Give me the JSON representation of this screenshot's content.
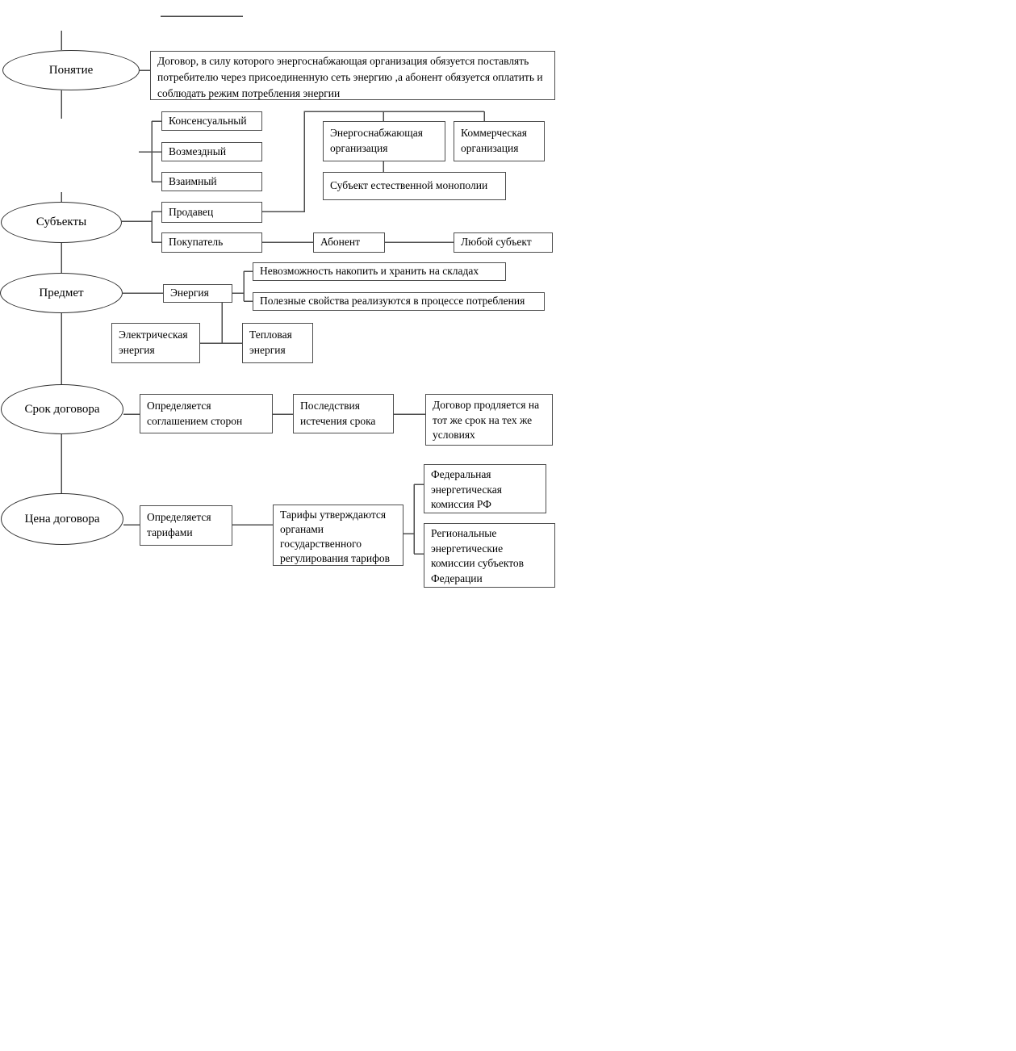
{
  "colors": {
    "stroke": "#4e4e4e",
    "ellipse-stroke": "#2f2f2f",
    "text": "#000000",
    "bg": "#ffffff"
  },
  "diagram": {
    "type": "flowchart",
    "language": "ru",
    "nodes": {
      "ellipse_ponyatie": "Понятие",
      "ellipse_subjekty": "Субъекты",
      "ellipse_predmet": "Предмет",
      "ellipse_srok": "Срок договора",
      "ellipse_cena": "Цена договора",
      "definition": "Договор, в силу которого энергоснабжающая организация обязуется поставлять потребителю через присоединенную сеть энергию ,а абонент обязуется оплатить и соблюдать режим потребления энергии",
      "konsensualny": "Консенсуальный",
      "vozmezdny": "Возмездный",
      "vzaimny": "Взаимный",
      "prodavec": "Продавец",
      "pokupatel": "Покупатель",
      "energosnab": "Энергоснабжающая организация",
      "kommerch": "Коммерческая организация",
      "subjekt_monopolii": "Субъект естественной монополии",
      "abonent": "Абонент",
      "luboy_subjekt": "Любой субъект",
      "energiya": "Энергия",
      "nevozmozhnost": "Невозможность накопить и хранить на складах",
      "poleznye": "Полезные свойства реализуются в процессе потребления",
      "elektricheskaya": "Электрическая энергия",
      "teplovaya": "Тепловая энергия",
      "opredelyaetsya_soglasheniem": "Определяется соглашением сторон",
      "posledstviya": "Последствия истечения срока",
      "dogovor_prodlyaetsya": "Договор продляется на тот же срок на тех же условиях",
      "opredelyaetsya_tarifami": "Определяется тарифами",
      "tarify": "Тарифы утверждаются органами государственного регулирования тарифов",
      "federalnaya": "Федеральная энергетическая комиссия РФ",
      "regionalnye": "Региональные энергетические комиссии субъектов Федерации"
    }
  }
}
